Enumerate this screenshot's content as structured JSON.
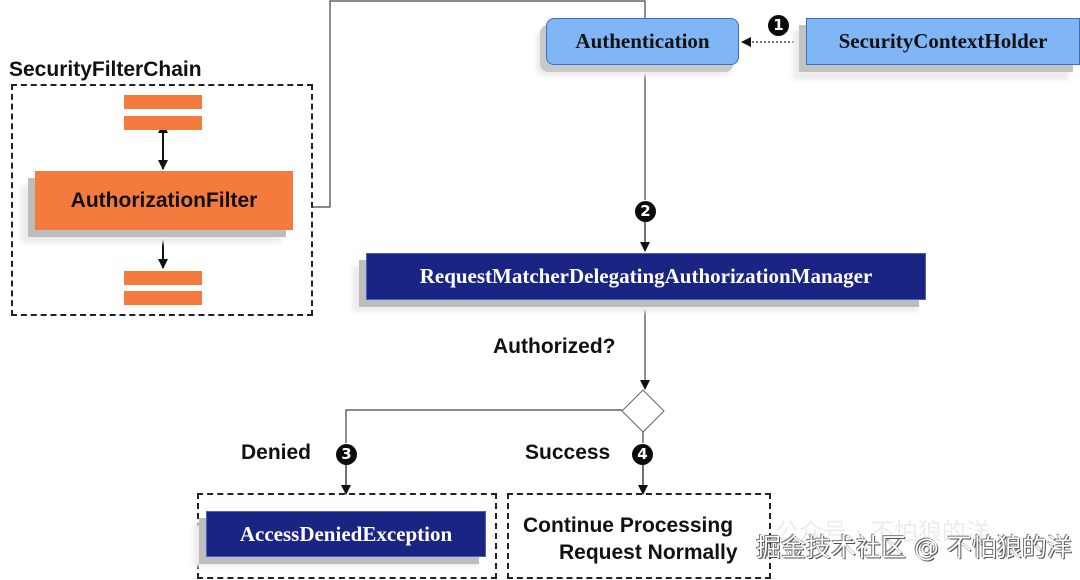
{
  "diagram": {
    "title": "SecurityFilterChain",
    "nodes": {
      "authorization_filter": "AuthorizationFilter",
      "authentication": "Authentication",
      "security_context_holder": "SecurityContextHolder",
      "authorization_manager": "RequestMatcherDelegatingAuthorizationManager",
      "access_denied": "AccessDeniedException",
      "continue_line1": "Continue Processing",
      "continue_line2": "Request Normally"
    },
    "labels": {
      "decision": "Authorized?",
      "denied": "Denied",
      "success": "Success"
    },
    "steps": [
      "1",
      "2",
      "3",
      "4"
    ],
    "colors": {
      "filter_orange": "#f47a3d",
      "auth_light_blue": "#80b6f6",
      "manager_navy": "#1a2483"
    }
  },
  "watermark": {
    "text": "掘金技术社区 @ 不怕狼的洋",
    "ghost_text": "公众号 · 不怕狼的洋"
  }
}
